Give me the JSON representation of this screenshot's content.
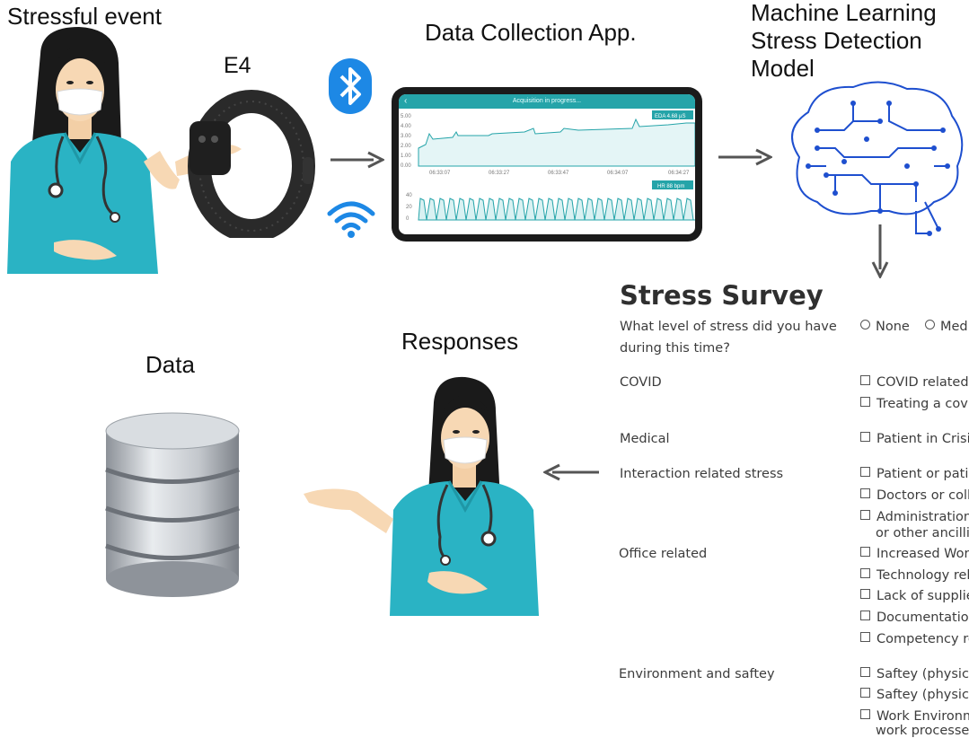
{
  "labels": {
    "stressful_event": "Stressful event",
    "e4": "E4",
    "app": "Data Collection App.",
    "ml_line1": "Machine Learning",
    "ml_line2": "Stress Detection",
    "ml_line3": "Model",
    "data": "Data",
    "responses": "Responses"
  },
  "phone_screen": {
    "header": "Acquisition in progress...",
    "eda_badge": "EDA 4.68 µS",
    "hr_badge": "HR 88 bpm",
    "eda_yticks": [
      "5.00",
      "4.00",
      "3.00",
      "2.00",
      "1.00",
      "0.00"
    ],
    "hr_yticks": [
      "40",
      "20",
      "0"
    ],
    "xticks": [
      "06:33:07",
      "06:33:27",
      "06:33:47",
      "06:34:07",
      "06:34:27"
    ]
  },
  "survey": {
    "title": "Stress Survey",
    "question_line1": "What level of stress did you have",
    "question_line2": "during this time?",
    "option_none": "None",
    "option_med": "Med",
    "sections": [
      {
        "label": "COVID",
        "items": [
          "COVID related",
          "Treating a covi"
        ]
      },
      {
        "label": "Medical",
        "items": [
          "Patient in Crisis"
        ]
      },
      {
        "label": "Interaction related stress",
        "items": [
          "Patient or patie",
          "Doctors or coll",
          "Administration",
          "or other ancilli"
        ]
      },
      {
        "label": "Office related",
        "items": [
          "Increased Work",
          "Technology rel",
          "Lack of supplie",
          "Documentation",
          "Competency re"
        ]
      },
      {
        "label": "Environment and saftey",
        "items": [
          "Saftey (physica",
          "Saftey (physica",
          "Work Environm",
          "work processe"
        ]
      }
    ]
  },
  "colors": {
    "scrubs": "#2ab3c4",
    "skin": "#f7d8b4",
    "hair": "#1a1a1a",
    "teal_ui": "#25a4a9",
    "bluetooth": "#1d88e5",
    "brain": "#1e4fcf"
  },
  "icons": [
    "bluetooth-icon",
    "wifi-icon",
    "database-icon",
    "brain-icon",
    "wristband-icon"
  ]
}
